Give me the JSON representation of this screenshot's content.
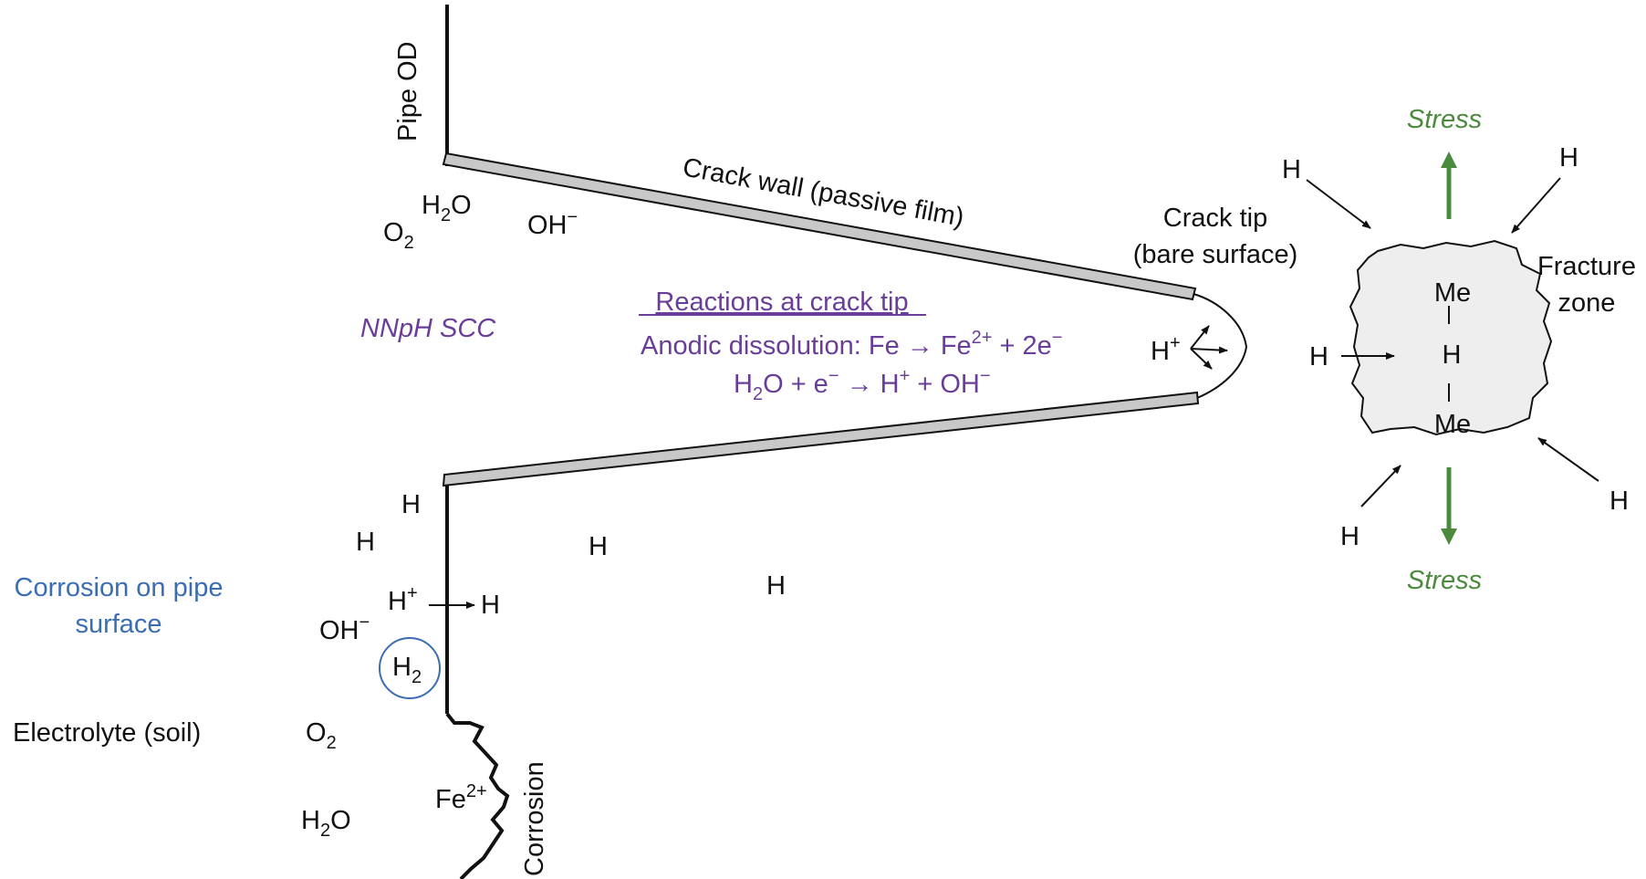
{
  "colors": {
    "purple": "#6a3d9a",
    "blue": "#3b6db3",
    "green": "#4a8a3c",
    "wall_fill": "#c8c8c8",
    "zone_fill": "#eeeeee"
  },
  "labels": {
    "pipe_od": "Pipe OD",
    "crack_wall": "Crack wall (passive film)",
    "crack_tip_1": "Crack tip",
    "crack_tip_2": "(bare surface)",
    "nnph": "NNpH SCC",
    "corrosion_surface_1": "Corrosion on pipe",
    "corrosion_surface_2": "surface",
    "electrolyte": "Electrolyte (soil)",
    "corrosion": "Corrosion",
    "fracture_1": "Fracture",
    "fracture_2": "zone",
    "stress_top": "Stress",
    "stress_bottom": "Stress"
  },
  "reactions": {
    "heading": "Reactions at crack tip",
    "line1_prefix": "Anodic dissolution: Fe → Fe",
    "line1_sup": "2+",
    "line1_suffix": " + 2e",
    "line1_sup2": "−",
    "line2_a": "H",
    "line2_sub": "2",
    "line2_b": "O + e",
    "line2_sup": "−",
    "line2_c": " → H",
    "line2_sup2": "+",
    "line2_d": " + OH",
    "line2_sup3": "−"
  },
  "species": {
    "h": "H",
    "h2o_base": "H",
    "h2o_sub": "2",
    "h2o_end": "O",
    "o2_base": "O",
    "o2_sub": "2",
    "oh": "OH",
    "minus": "−",
    "plus": "+",
    "h2_base": "H",
    "h2_sub": "2",
    "fe": "Fe",
    "fe_sup": "2+",
    "me": "Me"
  }
}
